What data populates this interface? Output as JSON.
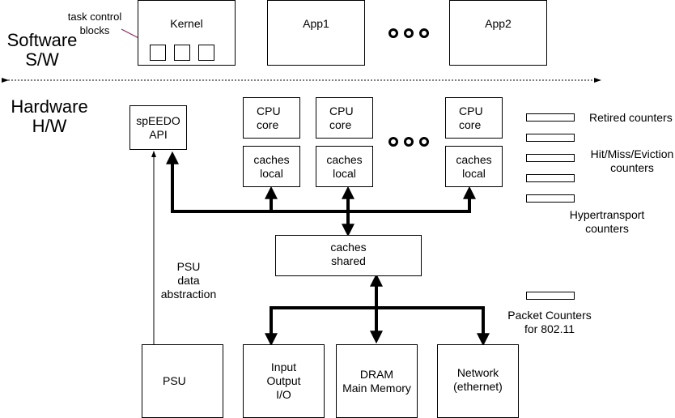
{
  "sections": {
    "software": [
      "Software",
      "S/W"
    ],
    "hardware": [
      "Hardware",
      "H/W"
    ]
  },
  "annotations": {
    "task_control_blocks": [
      "task control",
      "blocks"
    ],
    "psu_abstraction": [
      "PSU",
      "data",
      "abstraction"
    ],
    "retired": "Retired counters",
    "hit_miss": [
      "Hit/Miss/Eviction",
      "counters"
    ],
    "hypertransport": [
      "Hypertransport",
      "counters"
    ],
    "packet": [
      "Packet Counters",
      "for 802.11"
    ]
  },
  "software_boxes": {
    "kernel": "Kernel",
    "app1": "App1",
    "app2": "App2"
  },
  "hardware_boxes": {
    "speedo": [
      "spEEDO",
      "API"
    ],
    "cpu": [
      "CPU",
      "core"
    ],
    "local_cache": [
      "caches",
      "local"
    ],
    "shared_cache": [
      "caches",
      "shared"
    ],
    "psu": "PSU",
    "io": [
      "Input",
      "Output",
      "I/O"
    ],
    "dram": [
      "DRAM",
      "Main Memory"
    ],
    "network": [
      "Network",
      "(ethernet)"
    ]
  },
  "colors": {
    "annotation_arrow": "#8b2252",
    "ink": "#000000"
  }
}
